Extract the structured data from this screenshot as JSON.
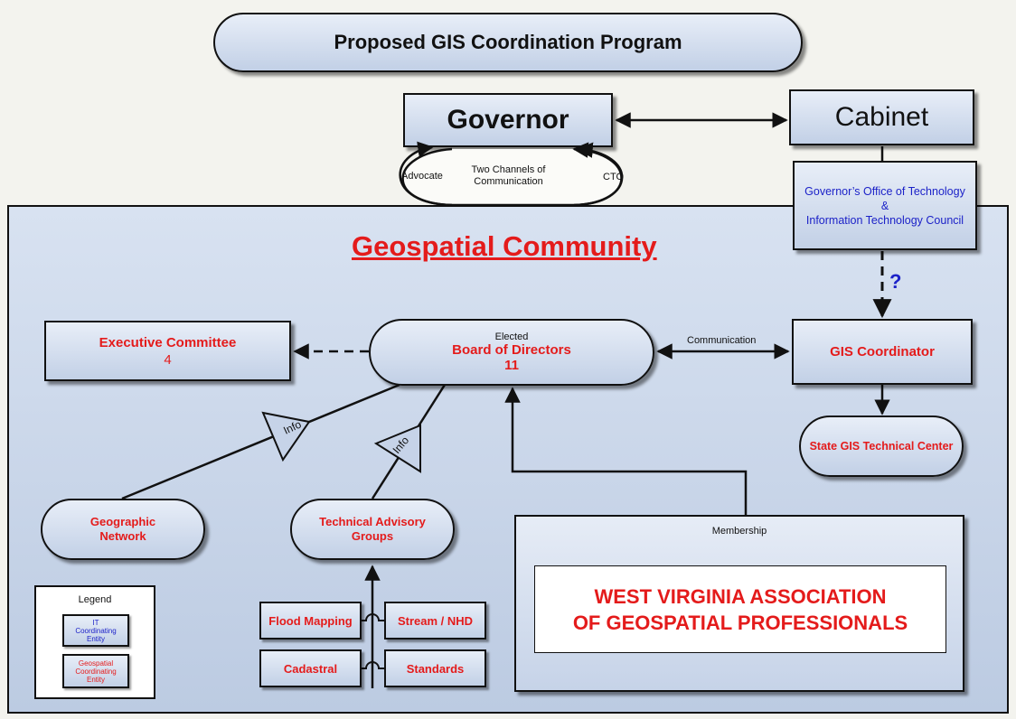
{
  "title": "Proposed GIS Coordination Program",
  "governor": "Governor",
  "cabinet": "Cabinet",
  "channels": {
    "left": "Advocate",
    "center_line1": "Two Channels of",
    "center_line2": "Communication",
    "right": "CTO"
  },
  "got": {
    "line1": "Governor’s Office of Technology",
    "line2": "&",
    "line3": "Information Technology Council"
  },
  "question_mark": "?",
  "community_title": "Geospatial Community",
  "executive": {
    "name": "Executive Committee",
    "count": "4"
  },
  "board": {
    "elected": "Elected",
    "name": "Board of Directors",
    "count": "11"
  },
  "communication_label": "Communication",
  "gis_coordinator": "GIS Coordinator",
  "state_center": "State GIS Technical Center",
  "info_label": "Info",
  "geographic": {
    "line1": "Geographic",
    "line2": "Network"
  },
  "tag": {
    "line1": "Technical Advisory",
    "line2": "Groups"
  },
  "working_groups": [
    "Flood Mapping",
    "Stream / NHD",
    "Cadastral",
    "Standards"
  ],
  "membership": "Membership",
  "wvagp": {
    "line1": "WEST VIRGINIA ASSOCIATION",
    "line2": "OF GEOSPATIAL PROFESSIONALS"
  },
  "legend": {
    "title": "Legend",
    "it": [
      "IT",
      "Coordinating",
      "Entity"
    ],
    "geo": [
      "Geospatial",
      "Coordinating",
      "Entity"
    ]
  },
  "colors": {
    "red": "#e41b1b",
    "blue": "#1c22c8",
    "box_top": "#e8eef8",
    "box_bottom": "#c2d0e6"
  }
}
